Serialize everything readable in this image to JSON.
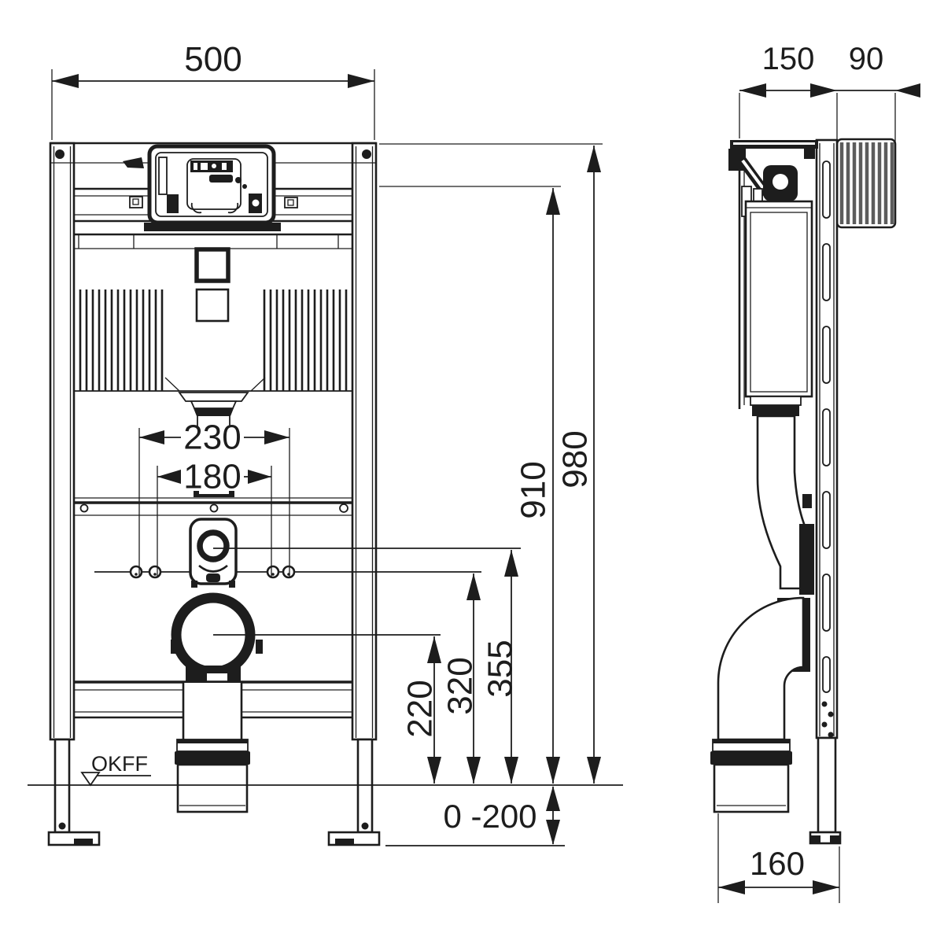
{
  "drawing": {
    "front": {
      "width": "500",
      "outer_spacing": "230",
      "inner_spacing": "180",
      "total_height": "980",
      "upper_height": "910",
      "inlet_height": "355",
      "rod_height": "320",
      "outlet_height": "220",
      "floor_adjust": "0 -200",
      "floor_ref": "OKFF"
    },
    "side": {
      "frame_depth": "150",
      "box_depth": "90",
      "outlet_offset": "160"
    }
  }
}
